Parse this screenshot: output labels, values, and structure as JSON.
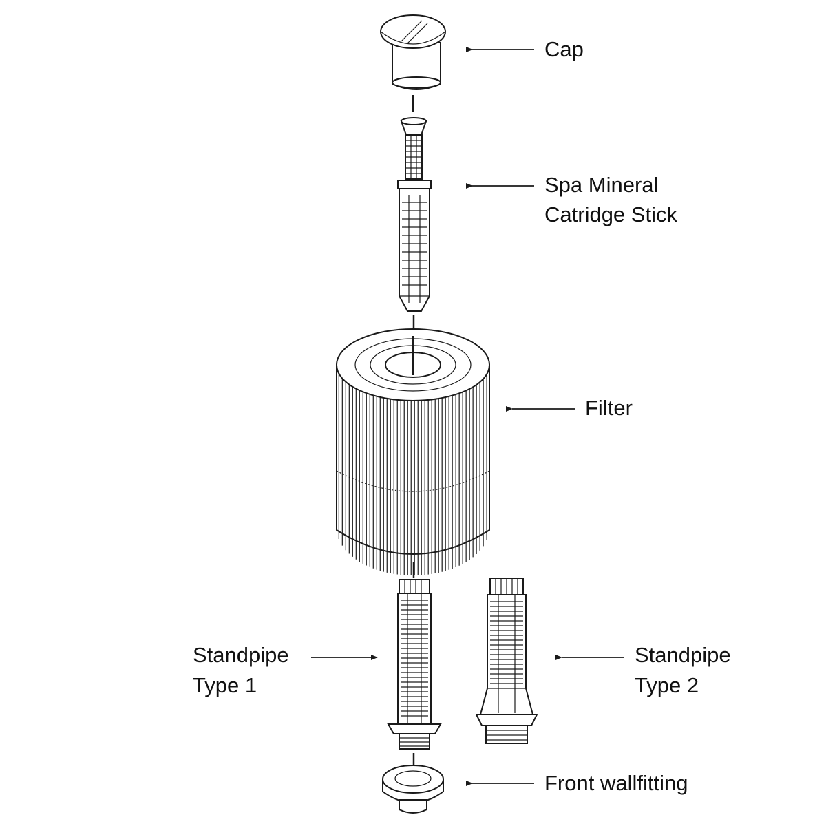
{
  "labels": {
    "cap": "Cap",
    "cartridge_line1": "Spa Mineral",
    "cartridge_line2": "Catridge Stick",
    "filter": "Filter",
    "standpipe1_line1": "Standpipe",
    "standpipe1_line2": "Type 1",
    "standpipe2_line1": "Standpipe",
    "standpipe2_line2": "Type 2",
    "wallfitting": "Front wallfitting"
  },
  "colors": {
    "line": "#1a1a1a",
    "text": "#111111",
    "background": "#ffffff"
  }
}
